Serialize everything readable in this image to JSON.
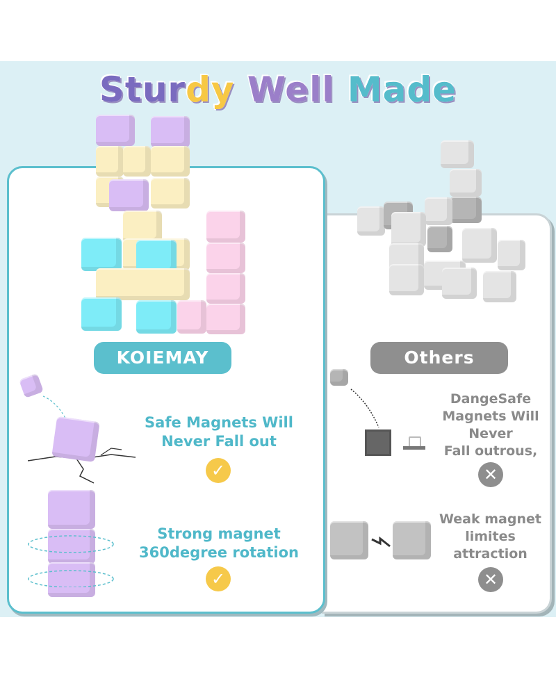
{
  "title": {
    "words": [
      "Stur",
      "dy",
      " Well",
      " Made"
    ],
    "colors": {
      "stur": "#7a6bbf",
      "dy": "#f7c844",
      "well": "#9b7fc9",
      "made": "#55bccb"
    }
  },
  "left_panel": {
    "brand_label": "KOIEMAY",
    "accent_color": "#5bbfcd",
    "features": [
      {
        "text_line1": "Safe Magnets Will",
        "text_line2": "Never Fall out",
        "icon": "check-icon"
      },
      {
        "text_line1": "Strong magnet",
        "text_line2": "360degree rotation",
        "icon": "check-icon"
      }
    ]
  },
  "right_panel": {
    "brand_label": "Others",
    "accent_color": "#8f8f8f",
    "features": [
      {
        "lines": [
          "DangeSafe",
          "Magnets Will",
          "Never",
          "Fall outrous,"
        ],
        "icon": "cross-icon"
      },
      {
        "lines": [
          "Weak magnet",
          "limites",
          "attraction"
        ],
        "icon": "cross-icon"
      }
    ]
  },
  "icons": {
    "check": "✓",
    "cross": "✕"
  }
}
